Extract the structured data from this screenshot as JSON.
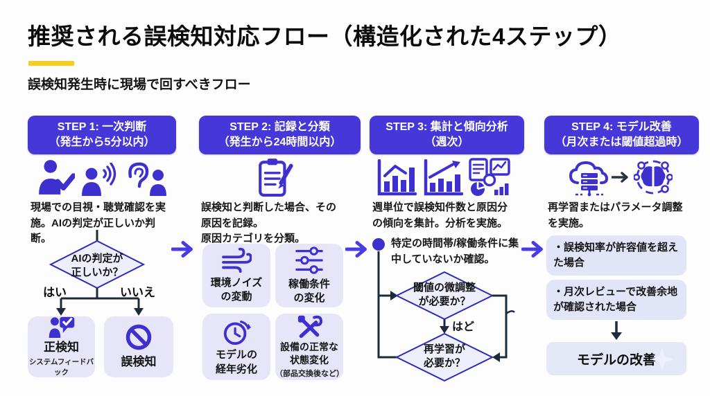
{
  "page": {
    "title": "推奨される誤検知対応フロー（構造化された4ステップ）",
    "subtitle": "誤検知発生時に現場で回すべきフロー"
  },
  "colors": {
    "accent_yellow": "#f4cd1e",
    "header_indigo": "#4537d8",
    "icon_indigo": "#3d30cf",
    "box_lavender": "#e6e6f8",
    "diamond_fill": "#edeffc",
    "diamond_border": "#2b2bb4",
    "flow_line": "#1c2b3b"
  },
  "steps": [
    {
      "header": "STEP 1: 一次判断\n（発生から5分以内）",
      "icons": [
        "person-check-icon",
        "person-sound-icon",
        "ear-person-icon"
      ],
      "description": "現場での目視・聴覚確認を実施。AIの判定が正しいか判断。",
      "decision": "AIの判定が\n正しいか？",
      "branch_yes": "はい",
      "branch_no": "いいえ",
      "outcome_yes": {
        "label": "正検知",
        "sublabel": "システムフィードバック",
        "icon": "person-feedback-icon"
      },
      "outcome_no": {
        "label": "誤検知",
        "icon": "prohibition-icon"
      }
    },
    {
      "header": "STEP 2: 記録と分類\n（発生から24時間以内）",
      "icons": [
        "clipboard-pencil-icon"
      ],
      "description": "誤検知と判断した場合、その原因を記録。\n原因カテゴリを分類。",
      "categories": [
        {
          "label": "環境ノイズ\nの変動",
          "icon": "wind-icon"
        },
        {
          "label": "稼働条件\nの変化",
          "icon": "sliders-icon"
        },
        {
          "label": "モデルの\n経年劣化",
          "icon": "clock-history-icon"
        },
        {
          "label": "設備の正常な\n状態変化",
          "sublabel": "（部品交換後など）",
          "icon": "tools-icon"
        }
      ]
    },
    {
      "header": "STEP 3: 集計と傾向分析\n（週次）",
      "icons": [
        "bar-chart-line-icon",
        "bar-chart-rise-icon",
        "report-pie-icon"
      ],
      "description": "週単位で誤検知件数と原因分の傾向を集計。分析を実施。",
      "bullet": "特定の時間帯/稼働条件に集中していないか確認。",
      "decision_threshold": "閾値の微調整\nが必要か？",
      "branch_label": "はど",
      "decision_retrain": "再学習が\n必要か？"
    },
    {
      "header": "STEP 4: モデル改善\n（月次または閾値超過時）",
      "icons": [
        "cloud-server-icon",
        "brain-network-icon"
      ],
      "description": "再学習またはパラメータ調整を実施。",
      "conditions": [
        "・誤検知率が許容値を超えた場合",
        "・月次レビューで改善余地が確認された場合"
      ],
      "final_label": "モデルの改善"
    }
  ]
}
